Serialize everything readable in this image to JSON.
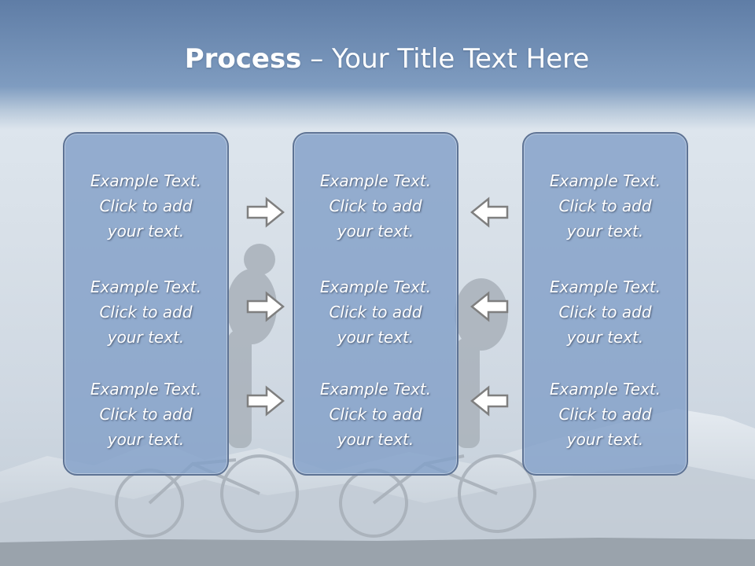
{
  "slide": {
    "title_bold": "Process",
    "title_rest": " – Your Title Text Here"
  },
  "columns": [
    {
      "items": [
        {
          "line1": "Example Text.",
          "line2": "Click  to add",
          "line3": "your text."
        },
        {
          "line1": "Example Text.",
          "line2": "Click  to add",
          "line3": "your text."
        },
        {
          "line1": "Example Text.",
          "line2": "Click  to add",
          "line3": "your text."
        }
      ]
    },
    {
      "items": [
        {
          "line1": "Example Text.",
          "line2": "Click  to add",
          "line3": "your text."
        },
        {
          "line1": "Example Text.",
          "line2": "Click  to add",
          "line3": "your text."
        },
        {
          "line1": "Example Text.",
          "line2": "Click  to add",
          "line3": "your text."
        }
      ]
    },
    {
      "items": [
        {
          "line1": "Example Text.",
          "line2": "Click  to add",
          "line3": "your text."
        },
        {
          "line1": "Example Text.",
          "line2": "Click  to add",
          "line3": "your text."
        },
        {
          "line1": "Example Text.",
          "line2": "Click  to add",
          "line3": "your text."
        }
      ]
    }
  ],
  "arrows": {
    "left_group_direction": "right",
    "right_group_direction": "left"
  },
  "colors": {
    "box_fill": "#83a0c8",
    "box_border": "#5e7394",
    "arrow_stroke": "#7f7f7f",
    "arrow_fill": "#ffffff"
  },
  "icons": {
    "arrow": "arrow-outline-icon",
    "background": "mountain-bikers-photo"
  }
}
